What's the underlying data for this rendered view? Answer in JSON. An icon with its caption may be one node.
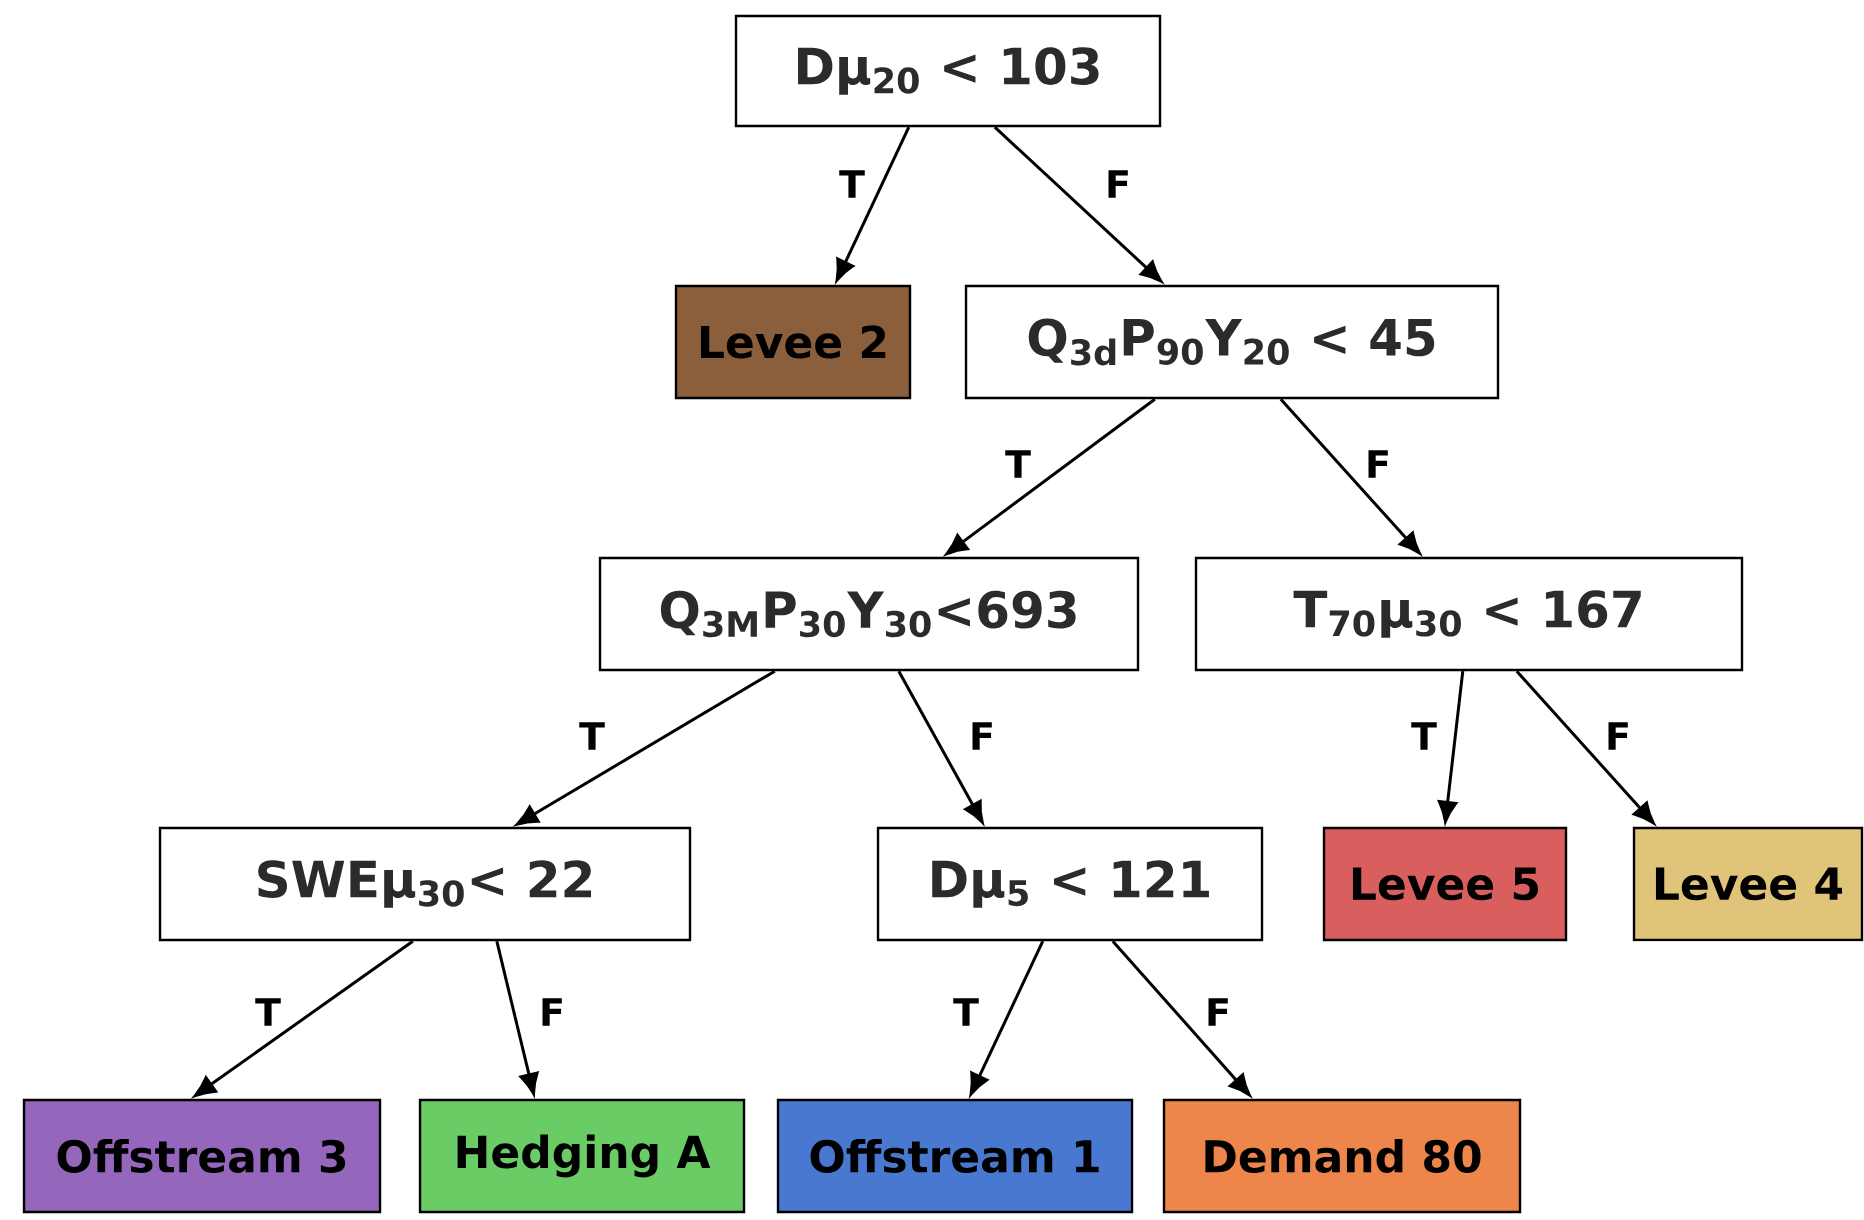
{
  "diagram": {
    "nodes": [
      {
        "text": [
          "Dμ$_{20}$ < 103"
        ]
      },
      {
        "text": [
          "Levee 2"
        ]
      },
      {
        "text": [
          "Q$_{3d}$P$_{90}$Y$_{20}$ < 45"
        ]
      },
      {
        "text": [
          "Q$_{3M}$P$_{30}$Y$_{30}$<693"
        ]
      },
      {
        "text": [
          "T$_{70}$μ$_{30}$ < 167"
        ]
      },
      {
        "text": [
          "SWEμ$_{30}$< 22"
        ]
      },
      {
        "text": [
          "Dμ$_{5}$ < 121"
        ]
      },
      {
        "text": [
          "Levee 5"
        ]
      },
      {
        "text": [
          "Levee 4"
        ]
      },
      {
        "text": [
          "Offstream 3"
        ]
      },
      {
        "text": [
          "Hedging A"
        ]
      },
      {
        "text": [
          "Offstream 1"
        ]
      },
      {
        "text": [
          "Demand 80"
        ]
      }
    ],
    "edges": [
      {
        "from": 0,
        "to": 1,
        "arrow": "to",
        "label": "T"
      },
      {
        "from": 0,
        "to": 2,
        "arrow": "to",
        "label": "F"
      },
      {
        "from": 2,
        "to": 3,
        "arrow": "to",
        "label": "T"
      },
      {
        "from": 2,
        "to": 4,
        "arrow": "to",
        "label": "F"
      },
      {
        "from": 3,
        "to": 5,
        "arrow": "to",
        "label": "T"
      },
      {
        "from": 3,
        "to": 6,
        "arrow": "to",
        "label": "F"
      },
      {
        "from": 4,
        "to": 7,
        "arrow": "to",
        "label": "T"
      },
      {
        "from": 4,
        "to": 8,
        "arrow": "to",
        "label": "F"
      },
      {
        "from": 5,
        "to": 9,
        "arrow": "to",
        "label": "T"
      },
      {
        "from": 5,
        "to": 10,
        "arrow": "to",
        "label": "F"
      },
      {
        "from": 6,
        "to": 11,
        "arrow": "to",
        "label": "T"
      },
      {
        "from": 6,
        "to": 12,
        "arrow": "to",
        "label": "F"
      }
    ]
  }
}
